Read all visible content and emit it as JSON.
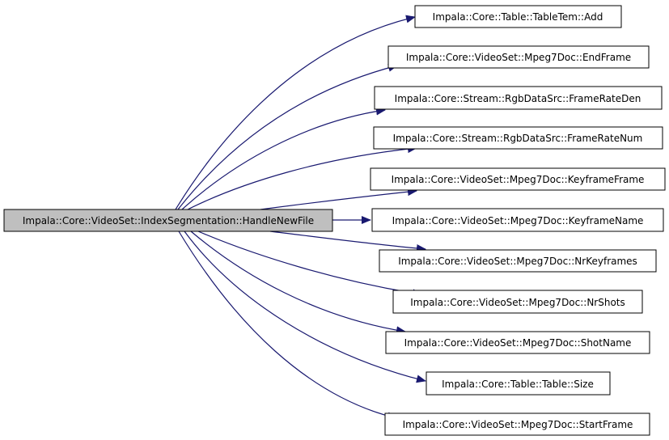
{
  "graph": {
    "source": {
      "label": "Impala::Core::VideoSet::IndexSegmentation::HandleNewFile",
      "fill": "#bfbfbf",
      "stroke": "#000000"
    },
    "targets": [
      {
        "id": "add",
        "label": "Impala::Core::Table::TableTem::Add"
      },
      {
        "id": "endframe",
        "label": "Impala::Core::VideoSet::Mpeg7Doc::EndFrame"
      },
      {
        "id": "frameratedon",
        "label": "Impala::Core::Stream::RgbDataSrc::FrameRateDen"
      },
      {
        "id": "frameratenum",
        "label": "Impala::Core::Stream::RgbDataSrc::FrameRateNum"
      },
      {
        "id": "keyframeframe",
        "label": "Impala::Core::VideoSet::Mpeg7Doc::KeyframeFrame"
      },
      {
        "id": "keyframename",
        "label": "Impala::Core::VideoSet::Mpeg7Doc::KeyframeName"
      },
      {
        "id": "nrkeyframes",
        "label": "Impala::Core::VideoSet::Mpeg7Doc::NrKeyframes"
      },
      {
        "id": "nrshots",
        "label": "Impala::Core::VideoSet::Mpeg7Doc::NrShots"
      },
      {
        "id": "shotname",
        "label": "Impala::Core::VideoSet::Mpeg7Doc::ShotName"
      },
      {
        "id": "size",
        "label": "Impala::Core::Table::Table::Size"
      },
      {
        "id": "startframe",
        "label": "Impala::Core::VideoSet::Mpeg7Doc::StartFrame"
      }
    ],
    "colors": {
      "edge": "#191970",
      "node_fill": "#ffffff",
      "node_stroke": "#000000",
      "text": "#000000"
    }
  }
}
